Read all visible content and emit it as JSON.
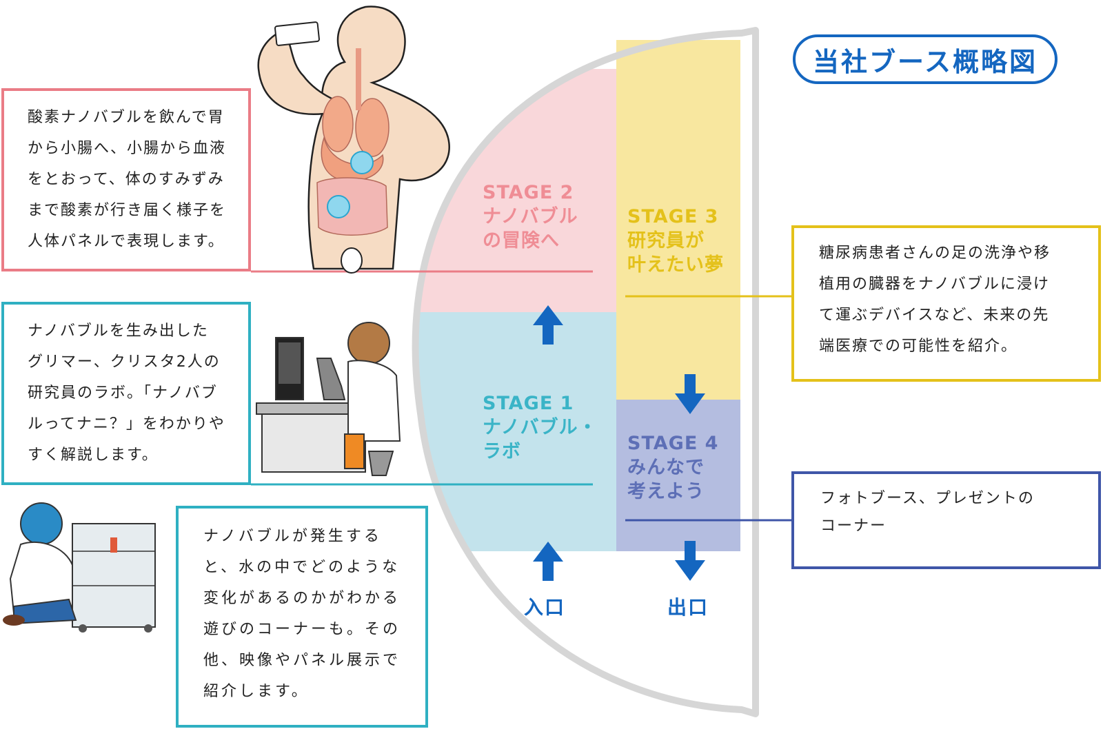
{
  "title": "当社ブース概略図",
  "colors": {
    "stage1": "#c3e3ec",
    "stage2": "#f9d7da",
    "stage3": "#f8e79f",
    "stage4": "#b4bde0",
    "stage1_text": "#3ab4c7",
    "stage2_text": "#ef8d95",
    "stage3_text": "#e4c11a",
    "stage4_text": "#5d6fb6",
    "arrow": "#1466c0",
    "arc": "#d9d9d9"
  },
  "stages": {
    "s1": "STAGE 1\nナノバブル・\nラボ",
    "s2": "STAGE 2\nナノバブル\nの冒険へ",
    "s3": "STAGE 3\n研究員が\n叶えたい夢",
    "s4": "STAGE 4\nみんなで\n考えよう"
  },
  "labels": {
    "entrance": "入口",
    "exit": "出口"
  },
  "descriptions": {
    "stage2": "酸素ナノバブルを飲んで胃\nから小腸へ、小腸から血液\nをとおって、体のすみずみ\nまで酸素が行き届く様子を\n人体パネルで表現します。",
    "stage1": "ナノバブルを生み出した\nグリマー、クリスタ2人の\n研究員のラボ。「ナノバブ\nルってナニ？」をわかりや\nすく解説します。",
    "stage1_extra": "ナノバブルが発生する\nと、水の中でどのような\n変化があるのかがわかる\n遊びのコーナーも。その\n他、映像やパネル展示で\n紹介します。",
    "stage3": "糖尿病患者さんの足の洗浄や移\n植用の臓器をナノバブルに浸け\nて運ぶデバイスなど、未来の先\n端医療での可能性を紹介。",
    "stage4": "フォトブース、プレゼントの\nコーナー"
  }
}
